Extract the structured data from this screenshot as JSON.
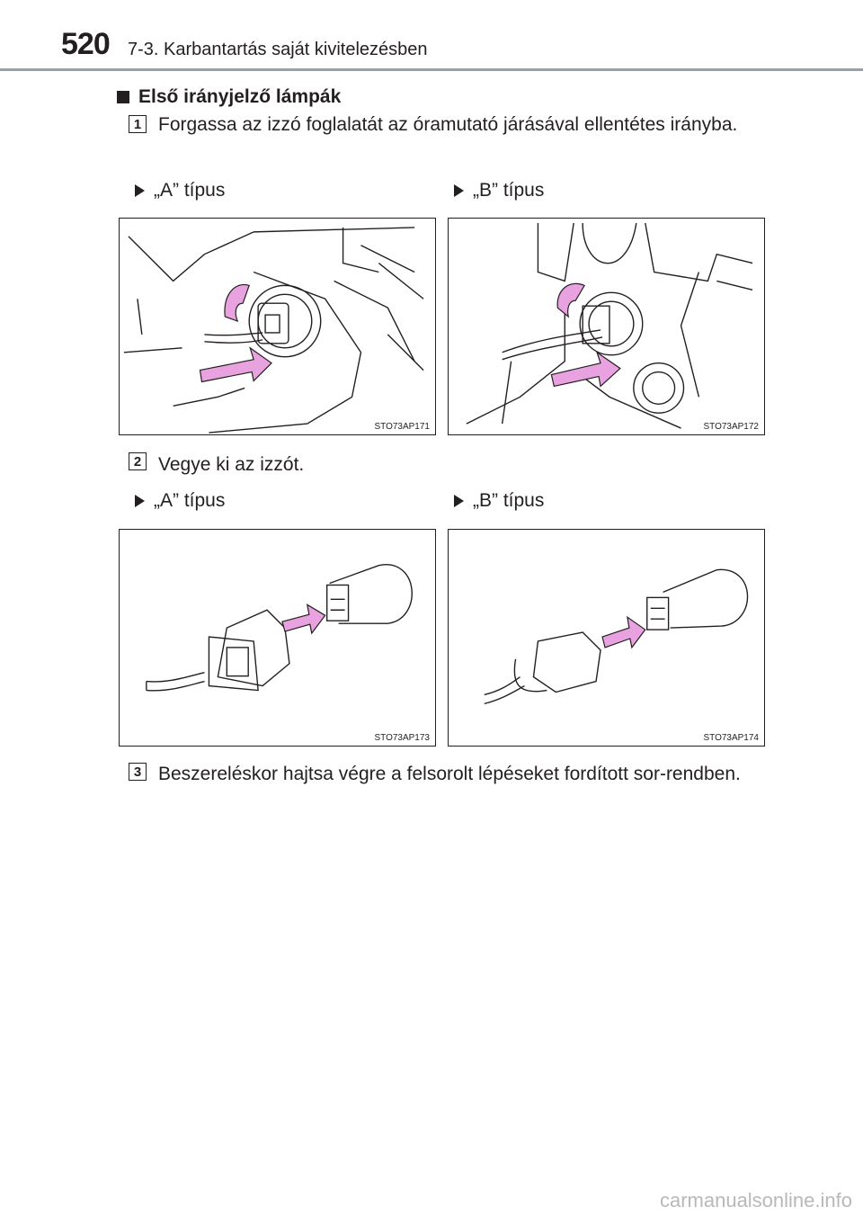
{
  "header": {
    "page_number": "520",
    "chapter_title": "7-3. Karbantartás saját kivitelezésben"
  },
  "section": {
    "heading": "Első irányjelző lámpák"
  },
  "steps": [
    {
      "number": "1",
      "text": "Forgassa az izzó foglalatát az óramutató járásával ellentétes irányba."
    },
    {
      "number": "2",
      "text": "Vegye ki az izzót."
    },
    {
      "number": "3",
      "text": "Beszereléskor hajtsa végre a felsorolt lépéseket fordított sor-rendben."
    }
  ],
  "type_labels": {
    "a": "„A” típus",
    "b": "„B” típus"
  },
  "figures": [
    {
      "code": "STO73AP171"
    },
    {
      "code": "STO73AP172"
    },
    {
      "code": "STO73AP173"
    },
    {
      "code": "STO73AP174"
    }
  ],
  "colors": {
    "arrow_fill": "#e8a2df",
    "text": "#231f20",
    "rule": "#9aa0a6"
  },
  "watermark": "carmanualsonline.info"
}
